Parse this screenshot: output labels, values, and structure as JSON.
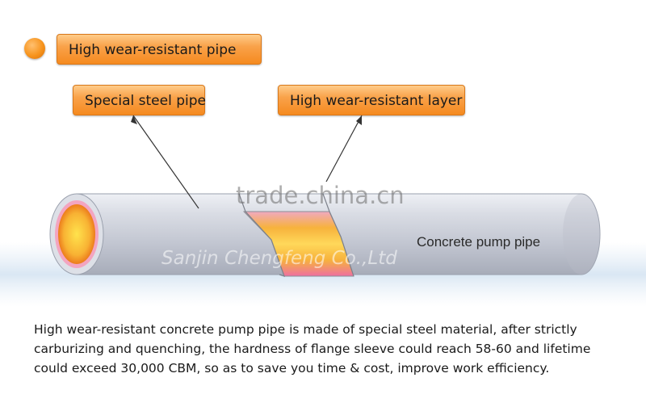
{
  "title_label": "High wear-resistant pipe",
  "labels": {
    "special_steel_pipe": "Special steel pipe",
    "wear_resistant_layer": "High wear-resistant layer",
    "concrete_pump_pipe": "Concrete pump pipe"
  },
  "watermark": {
    "main": "trade.china.cn",
    "secondary": "Sanjin Chengfeng Co.,Ltd"
  },
  "description": {
    "line1": "High wear-resistant concrete pump pipe is made of special steel material, after strictly",
    "line2": "carburizing and quenching, the hardness of flange sleeve could reach 58-60 and lifetime",
    "line3": "could exceed 30,000 CBM, so as to save you time & cost, improve work efficiency."
  },
  "colors": {
    "accent_orange": "#f7941d",
    "pipe_steel": "#c8ccd6",
    "inner_layer": "#f6b23a"
  }
}
